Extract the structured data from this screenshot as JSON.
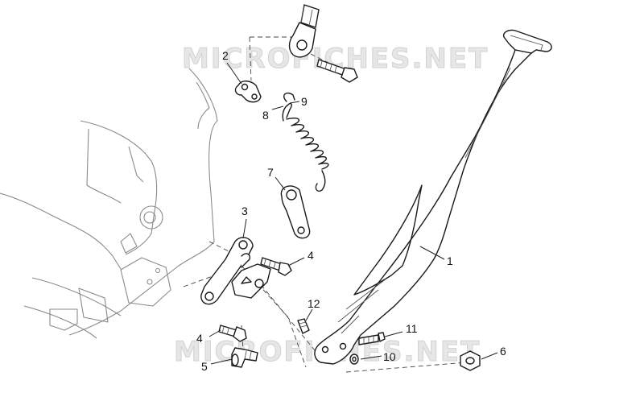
{
  "watermarks": [
    "MICROFICHES.NET",
    "MICROFICHES.NET"
  ],
  "callouts": {
    "c1": "1",
    "c2": "2",
    "c3": "3",
    "c4a": "4",
    "c4b": "4",
    "c5": "5",
    "c6": "6",
    "c7": "7",
    "c8": "8",
    "c9": "9",
    "c10": "10",
    "c11": "11",
    "c12": "12"
  },
  "colors": {
    "line": "#1a1a1a",
    "ghost_frame": "#8a8a8a",
    "watermark": "#e6e6e6",
    "background": "#ffffff"
  }
}
